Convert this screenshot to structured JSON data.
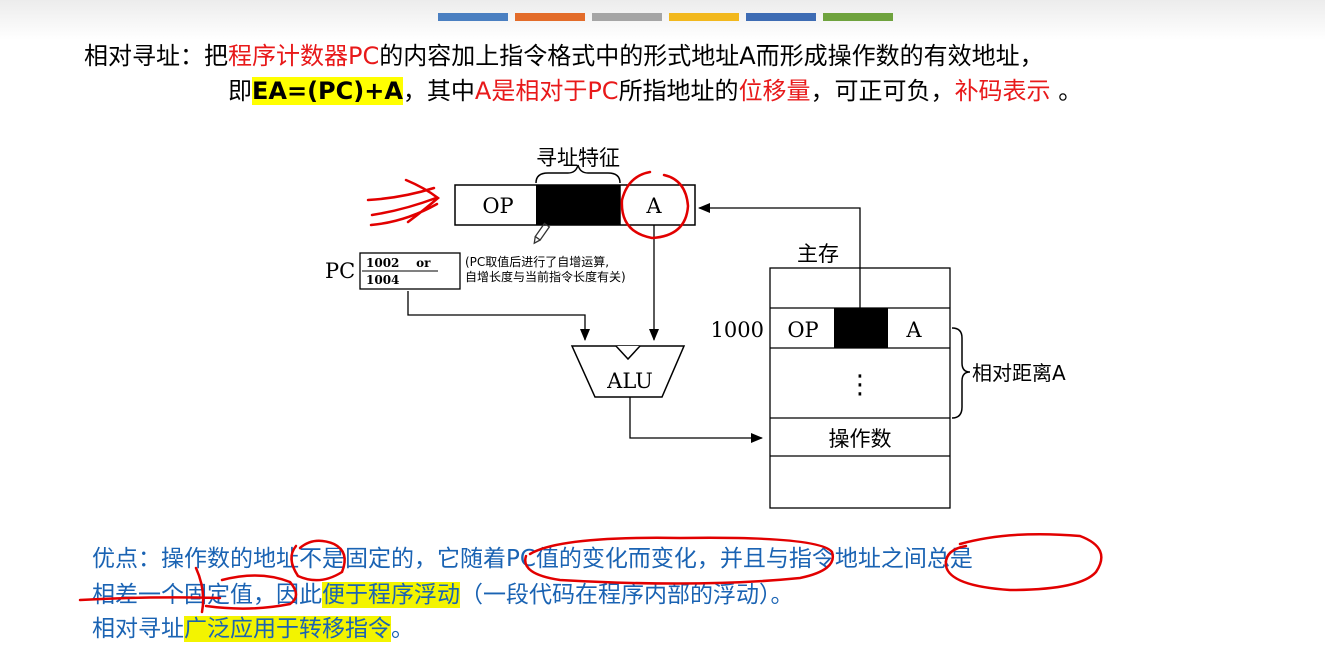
{
  "header": {
    "stripe_colors": [
      "#4a7fc1",
      "#e36c2a",
      "#a5a5a5",
      "#f2b81d",
      "#3e6cb4",
      "#6fa33e"
    ]
  },
  "definition": {
    "line1": {
      "a": "相对寻址：把",
      "b": "程序计数器PC",
      "c": "的内容加上指令格式中的形式地址A而形成操作数的有效地址，"
    },
    "line2": {
      "a": "即",
      "b": "EA=(PC)+A",
      "c": "，其中",
      "d": "A是相对于PC",
      "e": "所指地址的",
      "f": "位移量",
      "g": "，可正可负，",
      "h": "补码表示",
      "i": " 。"
    }
  },
  "diagram": {
    "addr_feature_label": "寻址特征",
    "instr_op": "OP",
    "instr_a": "A",
    "pc_label": "PC",
    "pc_value_line1": "1002    or",
    "pc_value_line2": "1004",
    "pc_note_line1": "(PC取值后进行了自增运算,",
    "pc_note_line2": "自增长度与当前指令长度有关)",
    "alu_label": "ALU",
    "memory_label": "主存",
    "mem_address": "1000",
    "mem_op": "OP",
    "mem_a": "A",
    "mem_dots": "⋮",
    "mem_operand": "操作数",
    "relative_distance": "相对距离A"
  },
  "advantages": {
    "line1": "优点：操作数的地址不是固定的，它随着PC值的变化而变化，并且与指令地址之间总是",
    "line2a": "相差一个固定值，因此",
    "line2b": "便于程序浮动",
    "line2c": "（一段代码在程序内部的浮动）。",
    "line3a": "相对寻址",
    "line3b": "广泛应用于转移指令",
    "line3c": "。"
  }
}
